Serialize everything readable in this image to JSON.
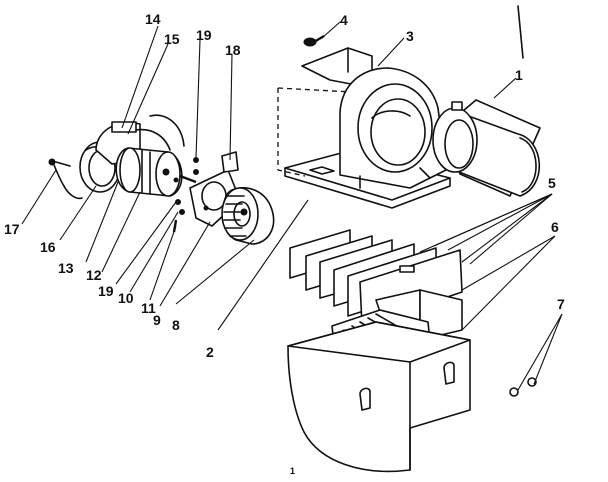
{
  "callouts": [
    {
      "id": "c1",
      "text": "1"
    },
    {
      "id": "c2",
      "text": "2"
    },
    {
      "id": "c3",
      "text": "3"
    },
    {
      "id": "c4",
      "text": "4"
    },
    {
      "id": "c5",
      "text": "5"
    },
    {
      "id": "c6",
      "text": "6"
    },
    {
      "id": "c7",
      "text": "7"
    },
    {
      "id": "c8",
      "text": "8"
    },
    {
      "id": "c9",
      "text": "9"
    },
    {
      "id": "c10",
      "text": "10"
    },
    {
      "id": "c11",
      "text": "11"
    },
    {
      "id": "c12",
      "text": "12"
    },
    {
      "id": "c13",
      "text": "13"
    },
    {
      "id": "c14",
      "text": "14"
    },
    {
      "id": "c15",
      "text": "15"
    },
    {
      "id": "c16",
      "text": "16"
    },
    {
      "id": "c17",
      "text": "17"
    },
    {
      "id": "c18",
      "text": "18"
    },
    {
      "id": "c19a",
      "text": "19"
    },
    {
      "id": "c19b",
      "text": "19"
    }
  ],
  "page_mark": "1"
}
